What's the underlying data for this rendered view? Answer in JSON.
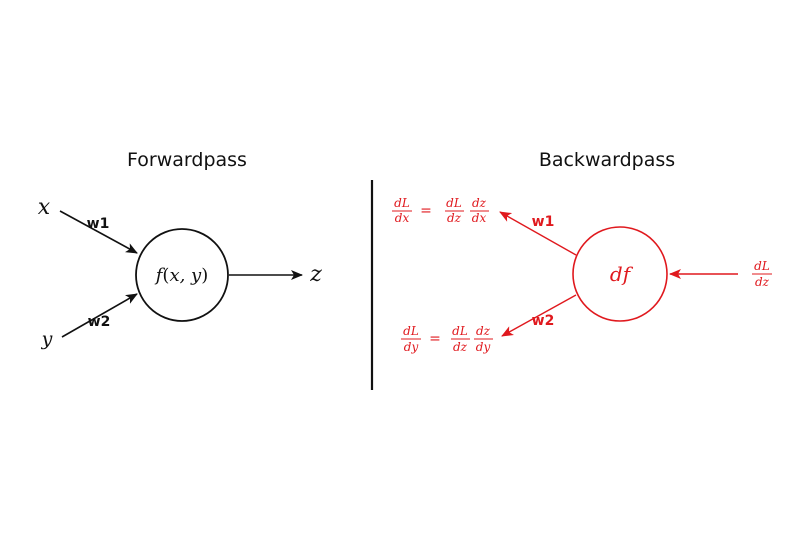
{
  "forward": {
    "title": "Forwardpass",
    "input_x": "x",
    "input_y": "y",
    "weight_1": "w1",
    "weight_2": "w2",
    "node_fn": "f",
    "node_open": "(",
    "node_args": "x, y",
    "node_close": ")",
    "output": "z"
  },
  "backward": {
    "title": "Backwardpass",
    "weight_1": "w1",
    "weight_2": "w2",
    "node": "df",
    "upstream": {
      "num": "dL",
      "den": "dz"
    },
    "grad_x": {
      "lhs_num": "dL",
      "lhs_den": "dx",
      "equals": "=",
      "t1_num": "dL",
      "t1_den": "dz",
      "t2_num": "dz",
      "t2_den": "dx"
    },
    "grad_y": {
      "lhs_num": "dL",
      "lhs_den": "dy",
      "equals": "=",
      "t1_num": "dL",
      "t1_den": "dz",
      "t2_num": "dz",
      "t2_den": "dy"
    }
  },
  "colors": {
    "forward": "#111111",
    "backward": "#e0191e",
    "divider": "#111111"
  }
}
